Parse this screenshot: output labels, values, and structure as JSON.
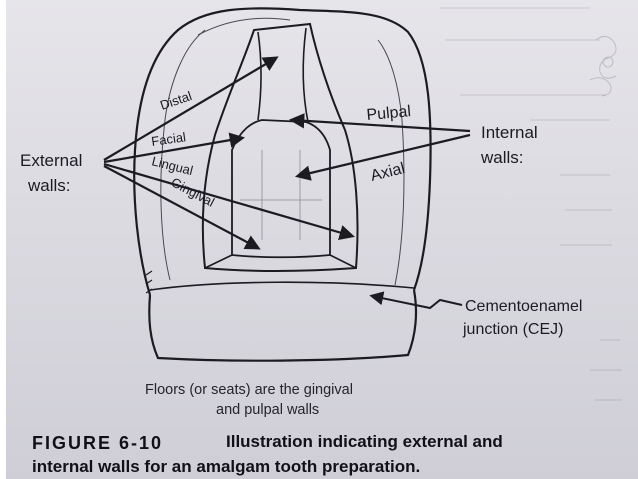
{
  "labels": {
    "external_walls_line1": "External",
    "external_walls_line2": "walls:",
    "internal_walls_line1": "Internal",
    "internal_walls_line2": "walls:",
    "distal": "Distal",
    "facial": "Facial",
    "lingual": "Lingual",
    "gingival": "Gingival",
    "pulpal": "Pulpal",
    "axial": "Axial",
    "cej_line1": "Cementoenamel",
    "cej_line2": "junction (CEJ)"
  },
  "caption": {
    "line1": "Floors (or seats) are the gingival",
    "line2": "and pulpal walls"
  },
  "figure": {
    "number": "FIGURE 6-10",
    "title_line1": "Illustration indicating external and",
    "title_line2": "internal walls for an amalgam tooth preparation."
  },
  "colors": {
    "ink": "#1d1b22",
    "paper": "#dcdbe1"
  }
}
